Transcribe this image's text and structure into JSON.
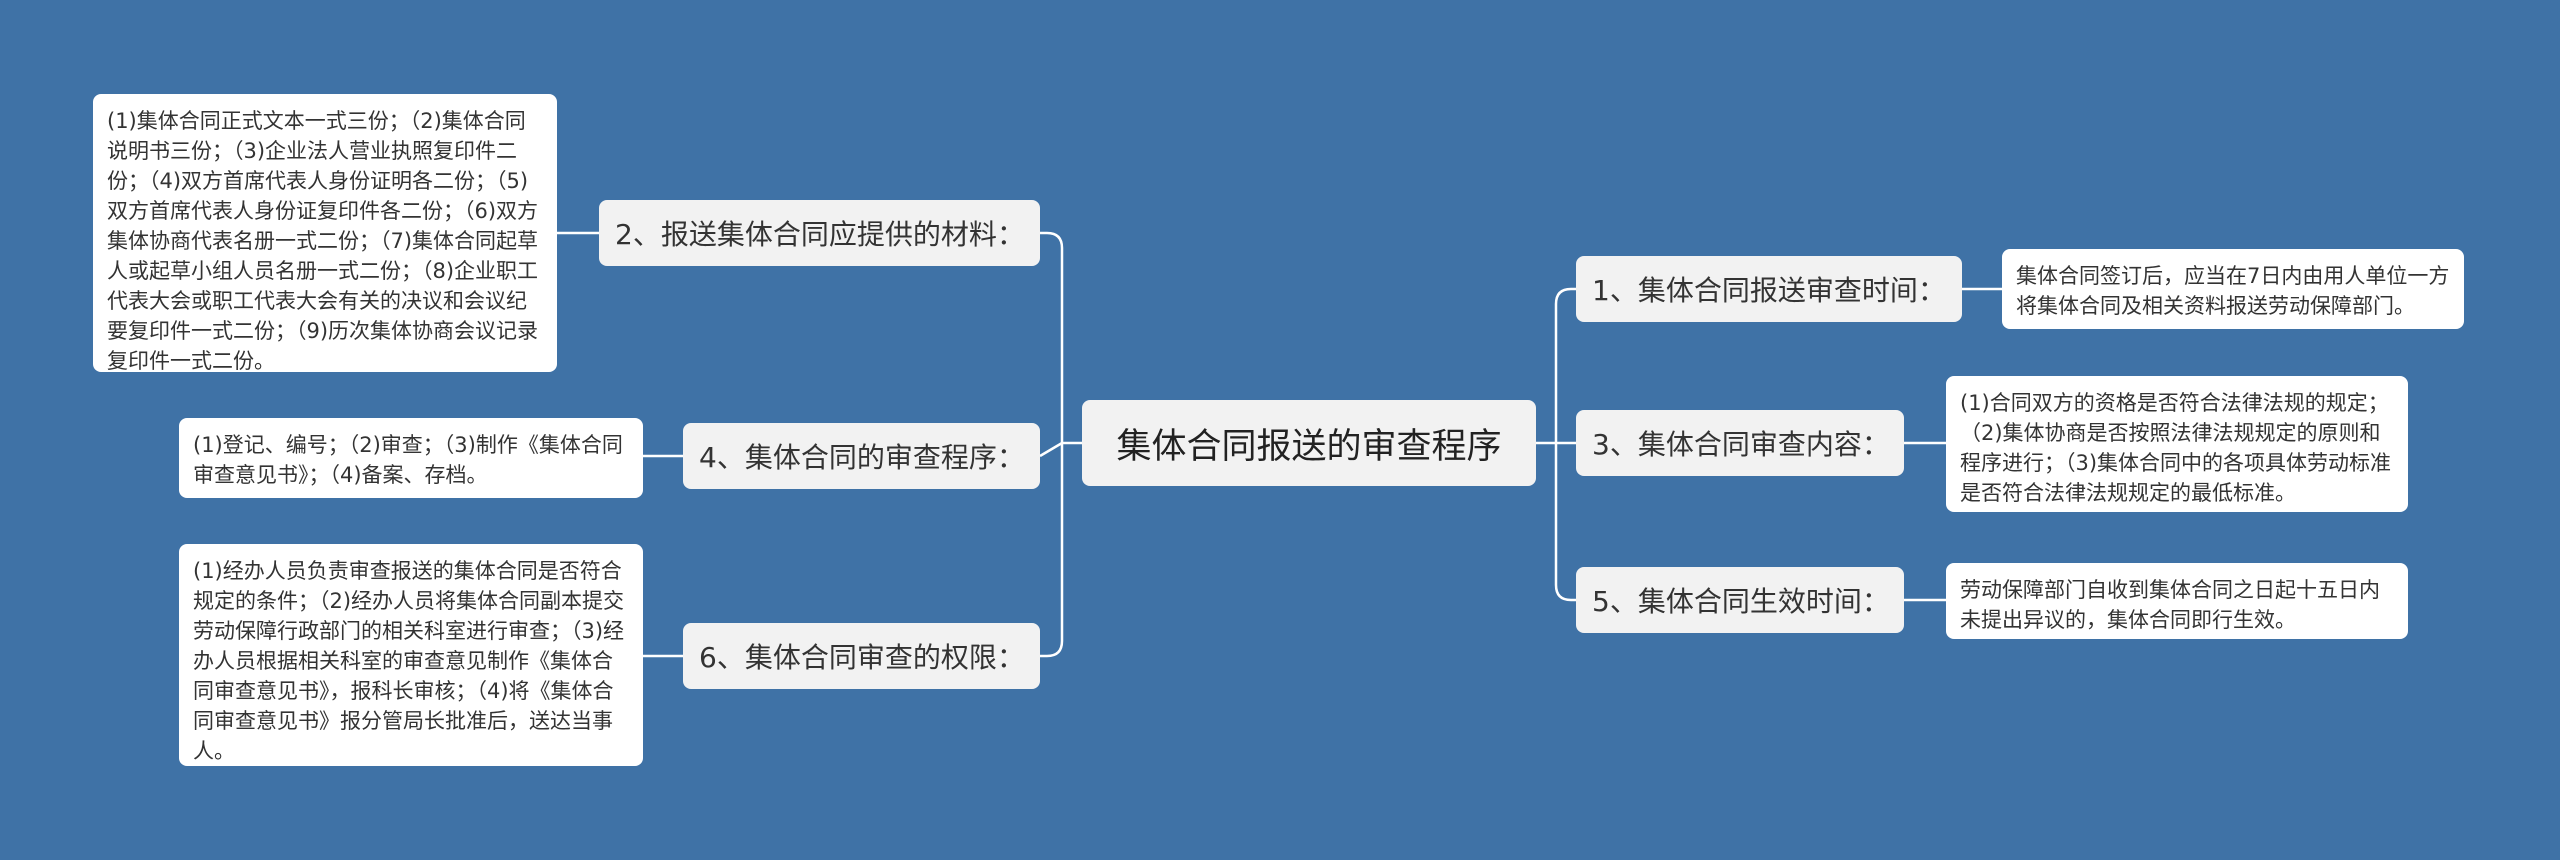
{
  "center": {
    "title": "集体合同报送的审查程序"
  },
  "colors": {
    "background": "#3f72a6",
    "node": "#f2f2f2",
    "leaf": "#ffffff",
    "line": "#ffffff"
  },
  "right": [
    {
      "label": "1、集体合同报送审查时间：",
      "detail": "集体合同签订后，应当在7日内由用人单位一方将集体合同及相关资料报送劳动保障部门。"
    },
    {
      "label": "3、集体合同审查内容：",
      "detail": "(1)合同双方的资格是否符合法律法规的规定；（2)集体协商是否按照法律法规规定的原则和程序进行；（3)集体合同中的各项具体劳动标准是否符合法律法规规定的最低标准。"
    },
    {
      "label": "5、集体合同生效时间：",
      "detail": "劳动保障部门自收到集体合同之日起十五日内未提出异议的，集体合同即行生效。"
    }
  ],
  "left": [
    {
      "label": "2、报送集体合同应提供的材料：",
      "detail": "(1)集体合同正式文本一式三份；（2)集体合同说明书三份；（3)企业法人营业执照复印件二份；（4)双方首席代表人身份证明各二份；（5)双方首席代表人身份证复印件各二份；（6)双方集体协商代表名册一式二份；（7)集体合同起草人或起草小组人员名册一式二份；（8)企业职工代表大会或职工代表大会有关的决议和会议纪要复印件一式二份；（9)历次集体协商会议记录复印件一式二份。"
    },
    {
      "label": "4、集体合同的审查程序：",
      "detail": "(1)登记、编号；（2)审查；（3)制作《集体合同审查意见书》；（4)备案、存档。"
    },
    {
      "label": "6、集体合同审查的权限：",
      "detail": "(1)经办人员负责审查报送的集体合同是否符合规定的条件；（2)经办人员将集体合同副本提交劳动保障行政部门的相关科室进行审查；（3)经办人员根据相关科室的审查意见制作《集体合同审查意见书》，报科长审核；（4)将《集体合同审查意见书》报分管局长批准后，送达当事人。"
    }
  ]
}
